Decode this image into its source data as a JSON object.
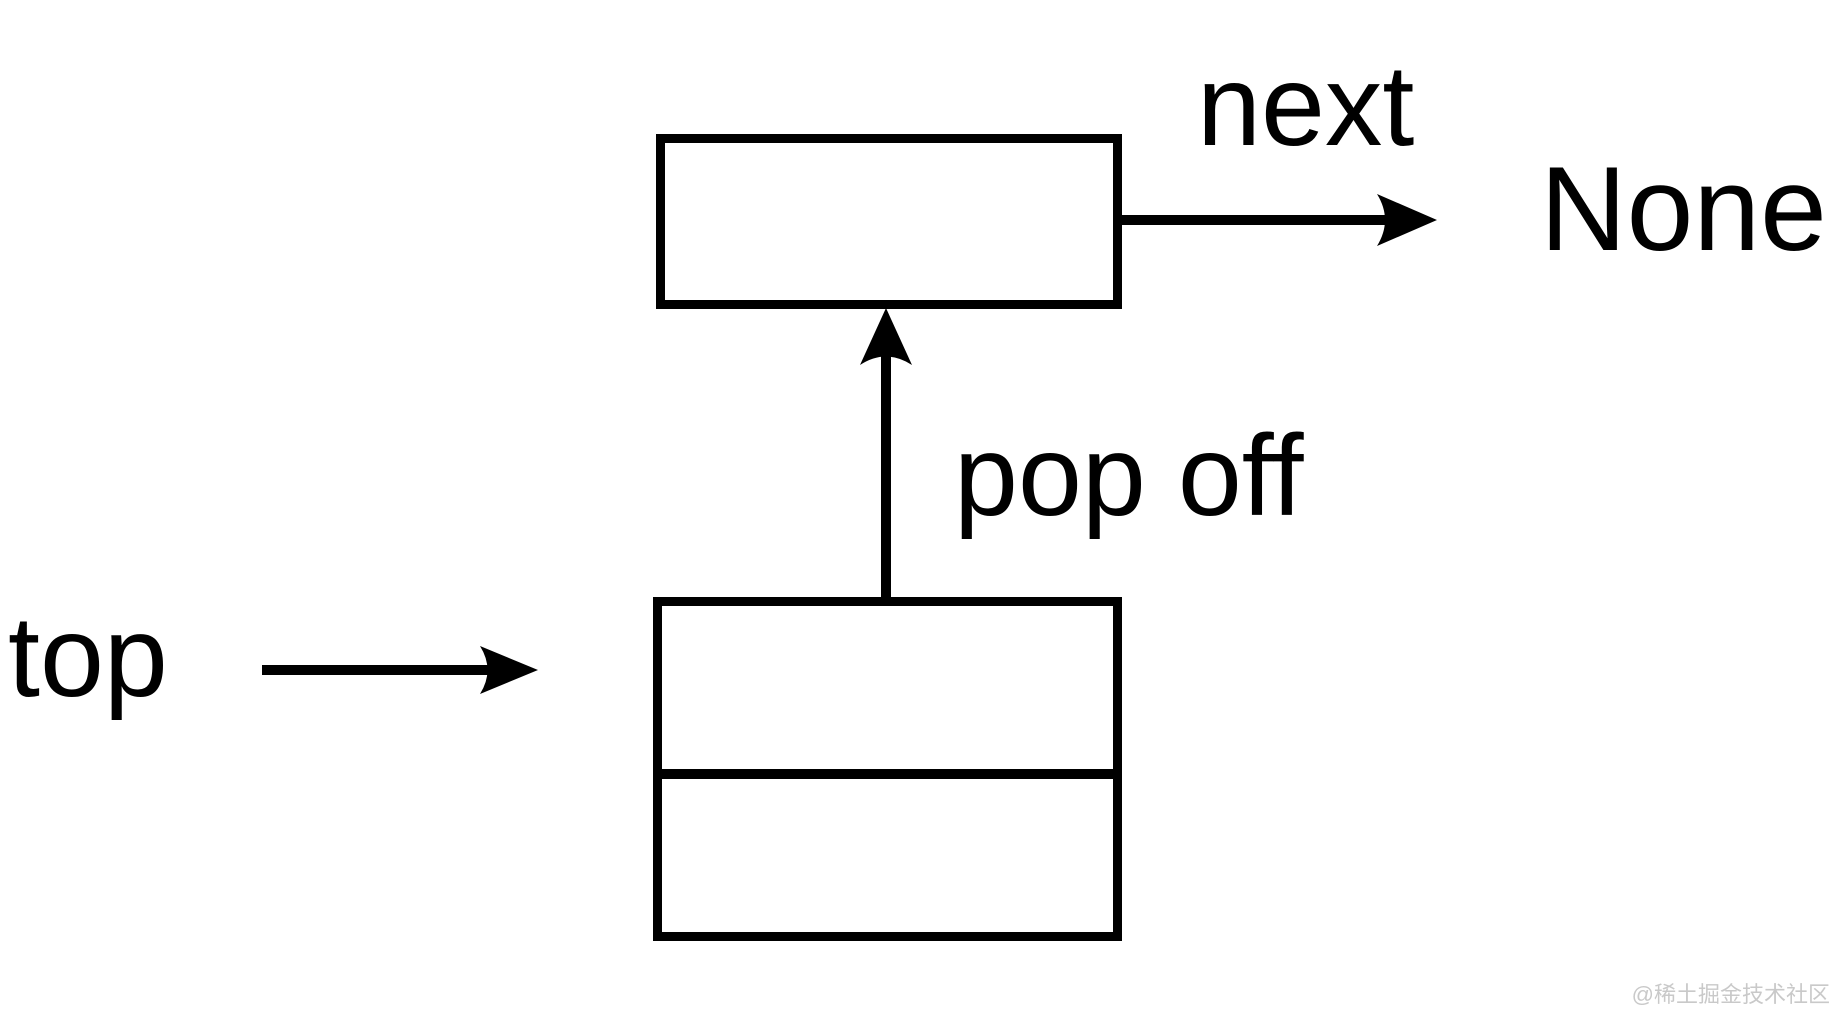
{
  "diagram": {
    "type": "stack-pop-operation",
    "labels": {
      "top_pointer": "top",
      "next_field": "next",
      "none_value": "None",
      "operation": "pop off"
    },
    "nodes": {
      "popped_node": {
        "content": "",
        "next_points_to": "None"
      },
      "stack": {
        "cells": [
          "",
          ""
        ]
      }
    },
    "colors": {
      "background": "#ffffff",
      "stroke": "#000000",
      "text": "#000000",
      "watermark": "#c9c9c9"
    },
    "watermark": "@稀土掘金技术社区"
  }
}
